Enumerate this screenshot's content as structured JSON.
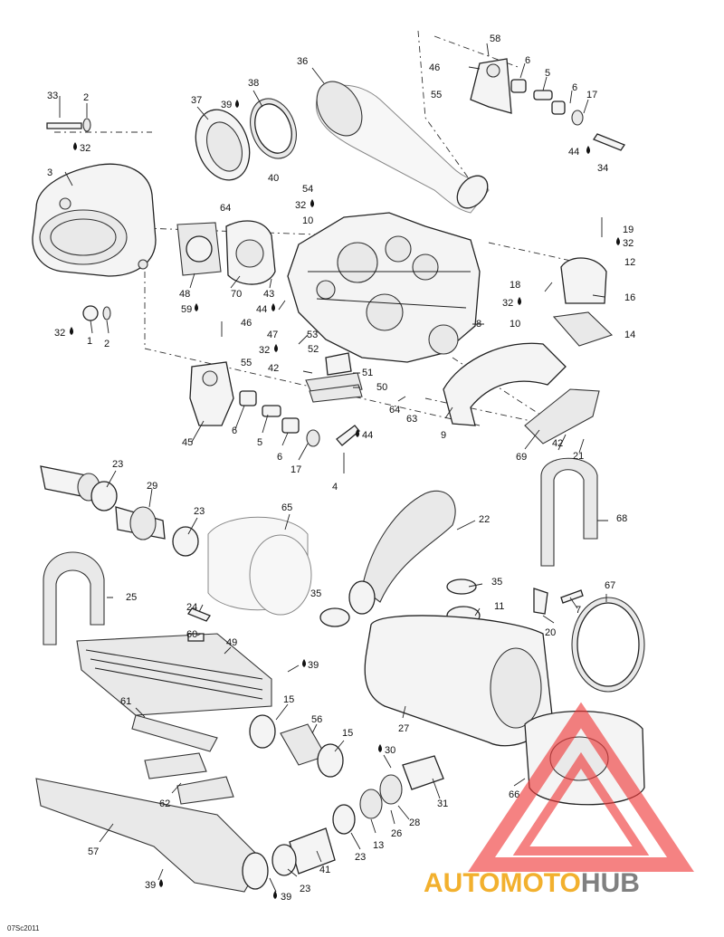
{
  "diagram_code": "07Sc2011",
  "watermark": {
    "part1": "AUTO",
    "part2": "MOTO",
    "part3": "HUB",
    "color1": "#f0a30a",
    "color2": "#f0a30a",
    "color3": "#6b6b6b",
    "triangle_color": "#ef3b3b"
  },
  "callouts": [
    {
      "id": "c33",
      "text": "33"
    },
    {
      "id": "c2a",
      "text": "2"
    },
    {
      "id": "c32a",
      "text": "32",
      "drop": true
    },
    {
      "id": "c3",
      "text": "3"
    },
    {
      "id": "c37",
      "text": "37"
    },
    {
      "id": "c38",
      "text": "38"
    },
    {
      "id": "c39a",
      "text": "39",
      "drop": true
    },
    {
      "id": "c36",
      "text": "36"
    },
    {
      "id": "c40",
      "text": "40"
    },
    {
      "id": "c64a",
      "text": "64"
    },
    {
      "id": "c54",
      "text": "54"
    },
    {
      "id": "c32b",
      "text": "32",
      "drop": true
    },
    {
      "id": "c10a",
      "text": "10"
    },
    {
      "id": "c58",
      "text": "58"
    },
    {
      "id": "c46a",
      "text": "46"
    },
    {
      "id": "c55a",
      "text": "55"
    },
    {
      "id": "c6a",
      "text": "6"
    },
    {
      "id": "c5a",
      "text": "5"
    },
    {
      "id": "c6b",
      "text": "6"
    },
    {
      "id": "c17a",
      "text": "17"
    },
    {
      "id": "c44a",
      "text": "44",
      "drop": true
    },
    {
      "id": "c34",
      "text": "34"
    },
    {
      "id": "c19",
      "text": "19"
    },
    {
      "id": "c32c",
      "text": "32",
      "drop": true
    },
    {
      "id": "c12",
      "text": "12"
    },
    {
      "id": "c18",
      "text": "18"
    },
    {
      "id": "c32d",
      "text": "32",
      "drop": true
    },
    {
      "id": "c16",
      "text": "16"
    },
    {
      "id": "c10b",
      "text": "10"
    },
    {
      "id": "c14",
      "text": "14"
    },
    {
      "id": "c8",
      "text": "8"
    },
    {
      "id": "c48",
      "text": "48"
    },
    {
      "id": "c70",
      "text": "70"
    },
    {
      "id": "c43",
      "text": "43"
    },
    {
      "id": "c59",
      "text": "59",
      "drop": true
    },
    {
      "id": "c44b",
      "text": "44",
      "drop": true
    },
    {
      "id": "c32e",
      "text": "32",
      "drop": true
    },
    {
      "id": "c1",
      "text": "1"
    },
    {
      "id": "c2b",
      "text": "2"
    },
    {
      "id": "c46b",
      "text": "46"
    },
    {
      "id": "c47",
      "text": "47"
    },
    {
      "id": "c53",
      "text": "53"
    },
    {
      "id": "c32f",
      "text": "32",
      "drop": true
    },
    {
      "id": "c52",
      "text": "52"
    },
    {
      "id": "c55b",
      "text": "55"
    },
    {
      "id": "c42a",
      "text": "42"
    },
    {
      "id": "c51",
      "text": "51"
    },
    {
      "id": "c50",
      "text": "50"
    },
    {
      "id": "c64b",
      "text": "64"
    },
    {
      "id": "c63",
      "text": "63"
    },
    {
      "id": "c9",
      "text": "9"
    },
    {
      "id": "c45",
      "text": "45"
    },
    {
      "id": "c6c",
      "text": "6"
    },
    {
      "id": "c5b",
      "text": "5"
    },
    {
      "id": "c6d",
      "text": "6"
    },
    {
      "id": "c17b",
      "text": "17"
    },
    {
      "id": "c44c",
      "text": "44",
      "drop": true
    },
    {
      "id": "c4",
      "text": "4"
    },
    {
      "id": "c69",
      "text": "69"
    },
    {
      "id": "c42b",
      "text": "42"
    },
    {
      "id": "c21",
      "text": "21"
    },
    {
      "id": "c23a",
      "text": "23"
    },
    {
      "id": "c29",
      "text": "29"
    },
    {
      "id": "c23b",
      "text": "23"
    },
    {
      "id": "c65",
      "text": "65"
    },
    {
      "id": "c22",
      "text": "22"
    },
    {
      "id": "c68",
      "text": "68"
    },
    {
      "id": "c25",
      "text": "25"
    },
    {
      "id": "c35a",
      "text": "35"
    },
    {
      "id": "c35b",
      "text": "35"
    },
    {
      "id": "c11",
      "text": "11"
    },
    {
      "id": "c24",
      "text": "24"
    },
    {
      "id": "c60",
      "text": "60"
    },
    {
      "id": "c7",
      "text": "7"
    },
    {
      "id": "c67",
      "text": "67"
    },
    {
      "id": "c20",
      "text": "20"
    },
    {
      "id": "c49",
      "text": "49"
    },
    {
      "id": "c39b",
      "text": "39",
      "drop": true
    },
    {
      "id": "c61",
      "text": "61"
    },
    {
      "id": "c15a",
      "text": "15"
    },
    {
      "id": "c56",
      "text": "56"
    },
    {
      "id": "c15b",
      "text": "15"
    },
    {
      "id": "c27",
      "text": "27"
    },
    {
      "id": "c30",
      "text": "30",
      "drop": true
    },
    {
      "id": "c62",
      "text": "62"
    },
    {
      "id": "c66",
      "text": "66"
    },
    {
      "id": "c28",
      "text": "28"
    },
    {
      "id": "c26",
      "text": "26"
    },
    {
      "id": "c31",
      "text": "31"
    },
    {
      "id": "c13",
      "text": "13"
    },
    {
      "id": "c23c",
      "text": "23"
    },
    {
      "id": "c57",
      "text": "57"
    },
    {
      "id": "c41",
      "text": "41"
    },
    {
      "id": "c23d",
      "text": "23"
    },
    {
      "id": "c39c",
      "text": "39",
      "drop": true
    },
    {
      "id": "c39d",
      "text": "39",
      "drop": true
    }
  ]
}
